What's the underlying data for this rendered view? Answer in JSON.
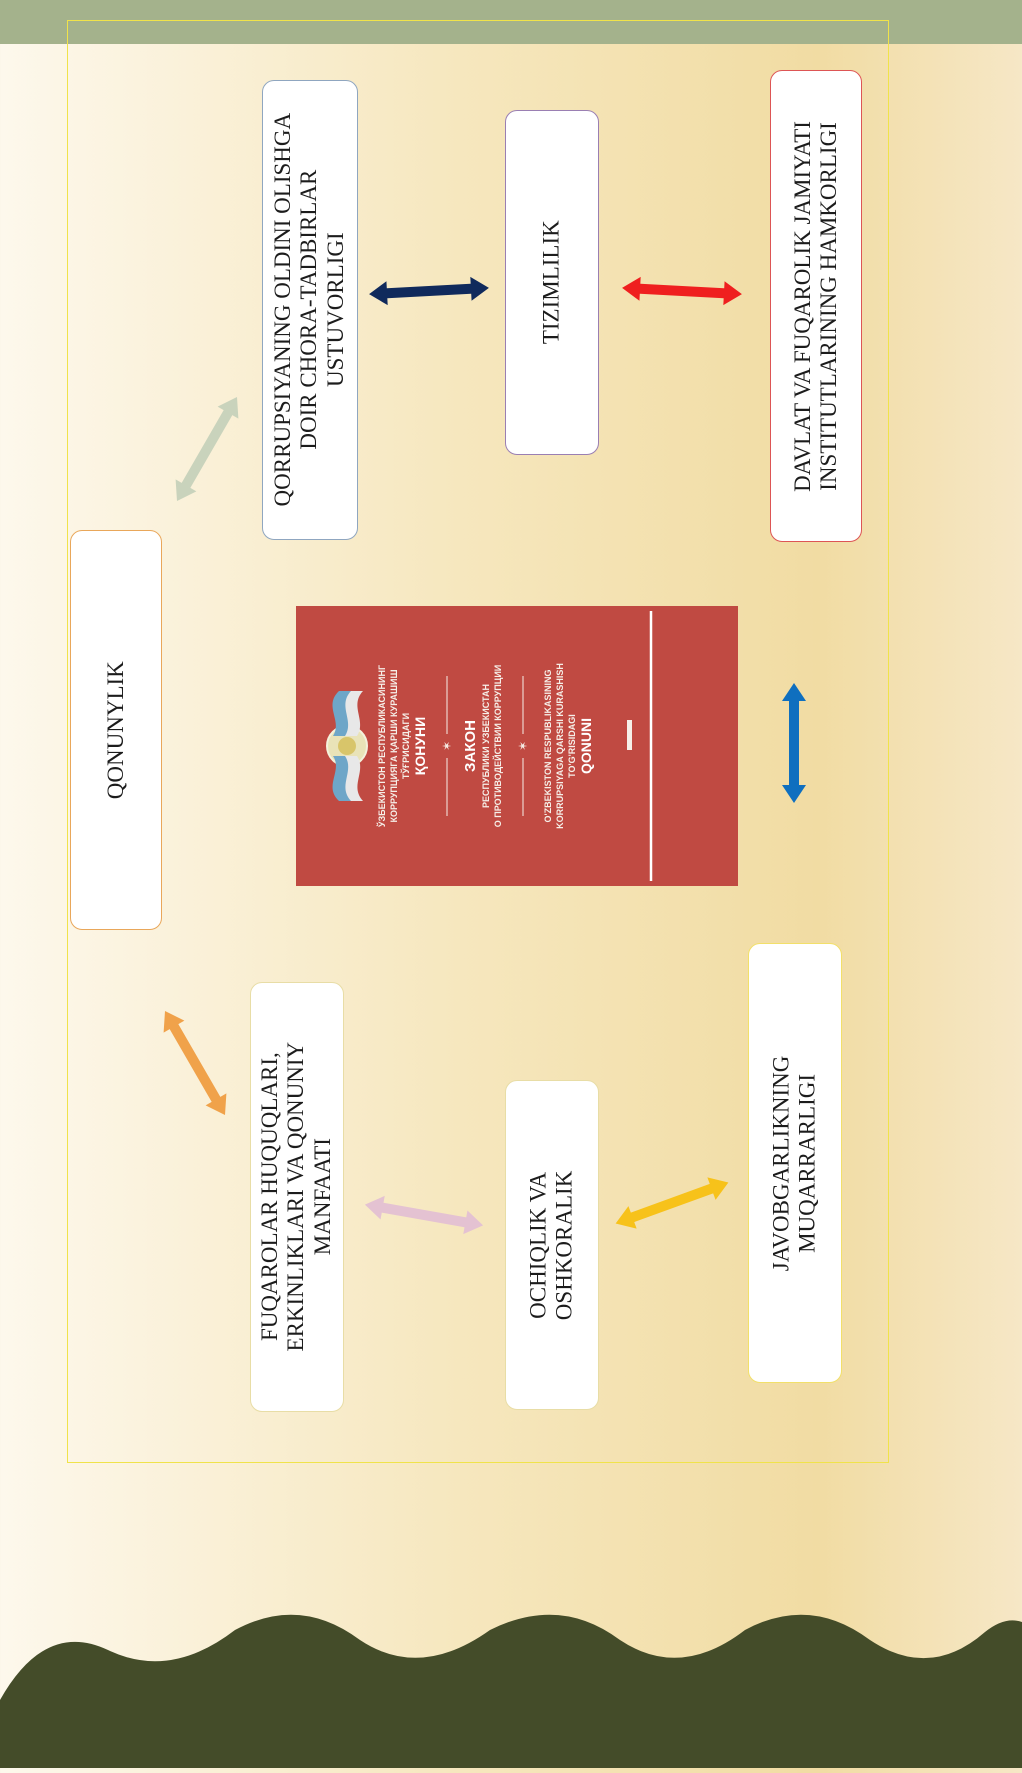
{
  "nodes": {
    "qonunylik": {
      "lines": [
        "QONUNYLIK"
      ]
    },
    "qorrupsiya": {
      "lines": [
        "QORRUPSIYANING OLDINI OLISHGA",
        "DOIR CHORA-TADBIRLAR",
        "USTUVORLIGI"
      ]
    },
    "tizimlilik": {
      "lines": [
        "TIZIMLILIK"
      ]
    },
    "davlat": {
      "lines": [
        "DAVLAT VA FUQAROLIK JAMIYATI",
        "INSTITUTLARINING HAMKORLIGI"
      ]
    },
    "fuqarolar": {
      "lines": [
        "FUQAROLAR HUQUQLARI,",
        "ERKINLIKLARI VA QONUNIY",
        "MANFAATI"
      ]
    },
    "ochiqlik": {
      "lines": [
        "OCHIQLIK VA",
        "OSHKORALIK"
      ]
    },
    "javobgarlik": {
      "lines": [
        "JAVOBGARLIKNING",
        "MUQARRARLIGI"
      ]
    }
  },
  "colors": {
    "top_band": "#a4b28c",
    "frame": "#f0e34a",
    "ground": "#444c29",
    "book_cover": "#c04a42",
    "arrow_light_green": "#c9d3bc",
    "arrow_navy": "#102a5c",
    "arrow_red": "#ef1f1f",
    "arrow_blue": "#0f6fbf",
    "arrow_orange": "#f0a24a",
    "arrow_pink": "#e4c2d2",
    "arrow_yellow": "#f7c21a"
  },
  "book_cover": {
    "icon": "law-book-cover-icon",
    "lines": [
      "ЎЗБЕКИСТОН РЕСПУБЛИКАСИНИНГ",
      "КОРРУПЦИЯГА ҚАРШИ КУРАШИШ",
      "ТЎҒРИСИДАГИ",
      "ҚОНУНИ",
      "ЗАКОН",
      "РЕСПУБЛИКИ УЗБЕКИСТАН",
      "О ПРОТИВОДЕЙСТВИИ КОРРУПЦИИ",
      "O'ZBEKISTON RESPUBLIKASINING",
      "KORRUPSIYAGA QARSHI KURASHISH",
      "TO'G'RISIDAGI",
      "QONUNI"
    ]
  }
}
